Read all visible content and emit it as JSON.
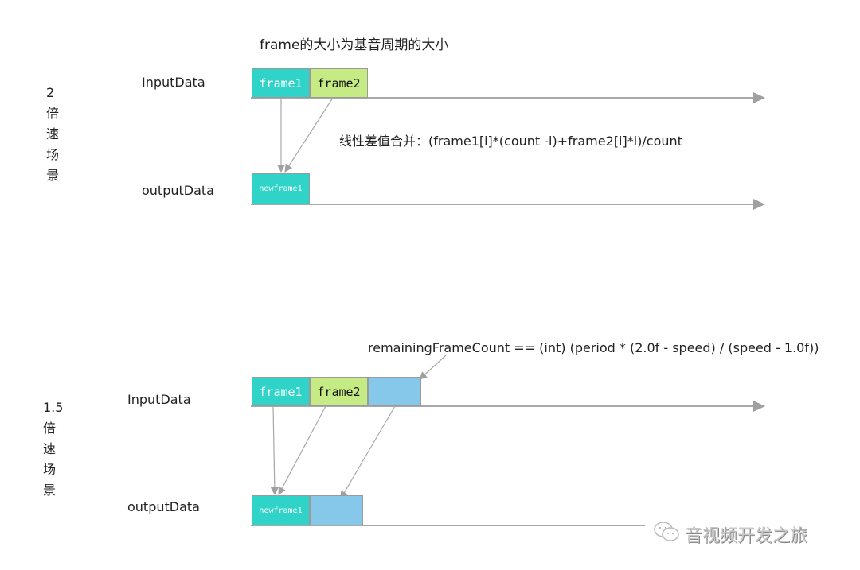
{
  "title": "frame的大小为基音周期的大小",
  "scenarios": [
    {
      "speed_label": [
        "2",
        "倍",
        "速",
        "场",
        "景"
      ],
      "input_label": "InputData",
      "output_label": "outputData",
      "input_frames": [
        "frame1",
        "frame2"
      ],
      "output_frames": [
        "newframe1"
      ],
      "formula": "线性差值合并：(frame1[i]*(count -i)+frame2[i]*i)/count"
    },
    {
      "speed_label": [
        "1.5",
        "倍",
        "速",
        "场",
        "景"
      ],
      "input_label": "InputData",
      "output_label": "outputData",
      "input_frames": [
        "frame1",
        "frame2",
        ""
      ],
      "output_frames": [
        "newframe1",
        ""
      ],
      "formula": "remainingFrameCount == (int) (period * (2.0f - speed) / (speed - 1.0f))"
    }
  ],
  "watermark": {
    "icon": "wechat-icon",
    "text": "音视频开发之旅"
  },
  "colors": {
    "frame1": "#2fd3c8",
    "frame2": "#c6ea84",
    "remaining": "#85c8ea",
    "axis": "#a0a0a0"
  }
}
